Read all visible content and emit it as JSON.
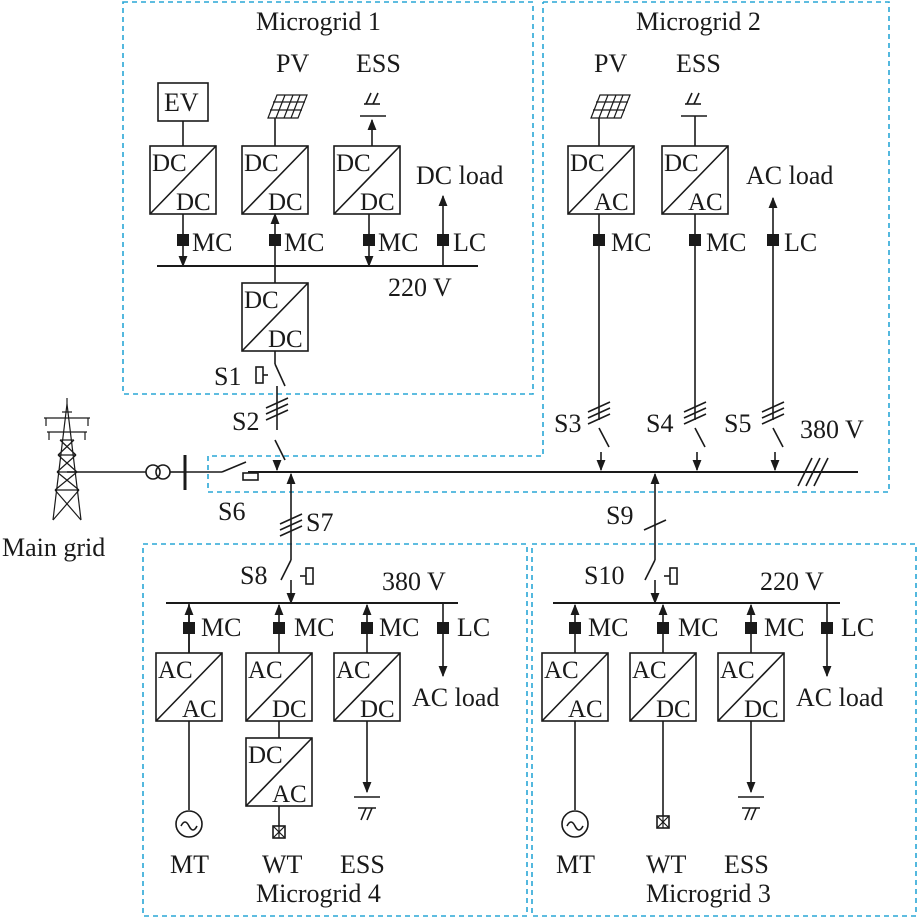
{
  "colors": {
    "boundary": "#2aa7d6",
    "line": "#1a1a1a",
    "background": "#ffffff"
  },
  "main_grid": {
    "label": "Main grid",
    "icon": "transmission-tower-icon"
  },
  "voltages": {
    "mg1_bus": "220 V",
    "main_bus": "380 V",
    "mg4_bus": "380 V",
    "mg3_bus": "220 V"
  },
  "switches": {
    "s1": "S1",
    "s2": "S2",
    "s3": "S3",
    "s4": "S4",
    "s5": "S5",
    "s6": "S6",
    "s7": "S7",
    "s8": "S8",
    "s9": "S9",
    "s10": "S10"
  },
  "microgrid1": {
    "title": "Microgrid 1",
    "ev": "EV",
    "pv": "PV",
    "ess": "ESS",
    "load": "DC load",
    "conv_ev": [
      "DC",
      "DC"
    ],
    "conv_pv": [
      "DC",
      "DC"
    ],
    "conv_ess": [
      "DC",
      "DC"
    ],
    "conv_tie": [
      "DC",
      "DC"
    ],
    "mc": "MC",
    "lc": "LC"
  },
  "microgrid2": {
    "title": "Microgrid 2",
    "pv": "PV",
    "ess": "ESS",
    "load": "AC load",
    "conv_pv": [
      "DC",
      "AC"
    ],
    "conv_ess": [
      "DC",
      "AC"
    ],
    "mc": "MC",
    "lc": "LC"
  },
  "microgrid4": {
    "title": "Microgrid 4",
    "mt": "MT",
    "wt": "WT",
    "ess": "ESS",
    "load": "AC load",
    "conv_mt": [
      "AC",
      "AC"
    ],
    "conv_wt": [
      "AC",
      "DC"
    ],
    "conv_wt2": [
      "DC",
      "AC"
    ],
    "conv_ess": [
      "AC",
      "DC"
    ],
    "mc": "MC",
    "lc": "LC"
  },
  "microgrid3": {
    "title": "Microgrid 3",
    "mt": "MT",
    "wt": "WT",
    "ess": "ESS",
    "load": "AC load",
    "conv_mt": [
      "AC",
      "AC"
    ],
    "conv_wt": [
      "AC",
      "DC"
    ],
    "conv_ess": [
      "AC",
      "DC"
    ],
    "mc": "MC",
    "lc": "LC"
  }
}
